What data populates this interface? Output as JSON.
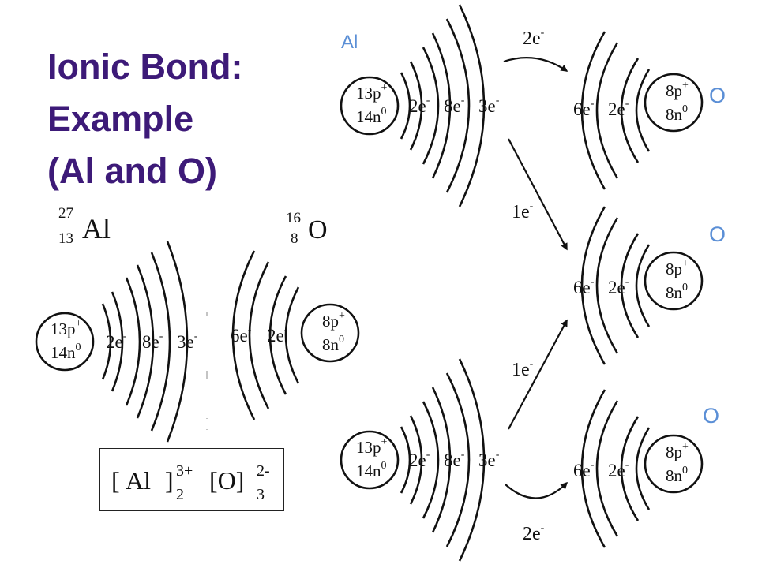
{
  "title": {
    "line1": "Ionic Bond:",
    "line2": "Example",
    "line3": "(Al and O)"
  },
  "labels": {
    "al": "Al",
    "o_top": "O",
    "o_middle": "O",
    "o_bottom": "O"
  },
  "left_diagram": {
    "aluminum": {
      "mass_number": "27",
      "atomic_number": "13",
      "symbol": "Al"
    },
    "oxygen": {
      "mass_number": "16",
      "atomic_number": "8",
      "symbol": "O"
    },
    "al_atom": {
      "protons": "13p",
      "neutrons": "14n",
      "shells": [
        "2e",
        "8e",
        "3e"
      ]
    },
    "o_atom": {
      "protons": "8p",
      "neutrons": "8n",
      "shells": [
        "6e",
        "2e"
      ]
    }
  },
  "transfer_diagram": {
    "al_atom": {
      "protons": "13p",
      "neutrons": "14n",
      "shells": [
        "2e",
        "8e",
        "3e"
      ]
    },
    "o_atom": {
      "protons": "8p",
      "neutrons": "8n",
      "shells": [
        "6e",
        "2e"
      ]
    },
    "transfers": [
      "2e",
      "1e",
      "1e",
      "2e"
    ]
  },
  "formula": {
    "open_bracket": "[",
    "al": "Al",
    "close_bracket": "]",
    "al_charge": "3+",
    "al_count": "2",
    "o": "[O]",
    "o_charge": "2-",
    "o_count": "3"
  },
  "colors": {
    "title": "#3d1a78",
    "label": "#5b8fd6",
    "ink": "#111111"
  }
}
